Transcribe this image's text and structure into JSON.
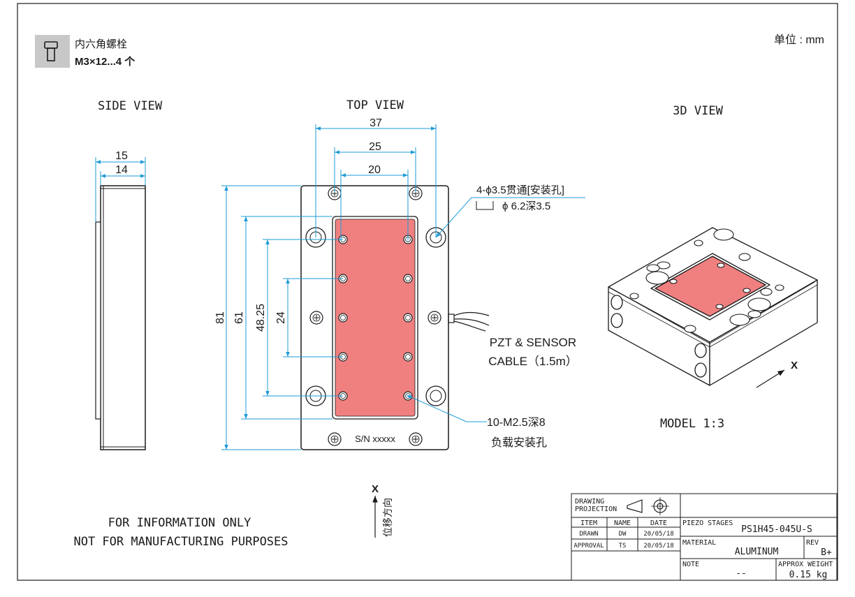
{
  "header": {
    "part_name": "内六角螺栓",
    "part_spec": "M3×12...4 个",
    "unit": "单位 : mm"
  },
  "views": {
    "side": "SIDE VIEW",
    "top": "TOP VIEW",
    "three_d": "3D VIEW",
    "model_scale": "MODEL 1:3"
  },
  "dimensions": {
    "side_15": "15",
    "side_14": "14",
    "top_37": "37",
    "top_25": "25",
    "top_20": "20",
    "top_81": "81",
    "top_61": "61",
    "top_48_25": "48.25",
    "top_24": "24"
  },
  "callouts": {
    "mount_holes": "4-ϕ3.5贯通[安装孔]",
    "counterbore": "ϕ 6.2深3.5",
    "cable_line1": "PZT & SENSOR",
    "cable_line2": "CABLE（1.5m）",
    "load_holes_line1": "10-M2.5深8",
    "load_holes_line2": "负载安装孔",
    "serial": "S/N xxxxx",
    "displacement": "位移方向",
    "x_axis": "X"
  },
  "notes": {
    "line1": "FOR INFORMATION ONLY",
    "line2": "NOT FOR MANUFACTURING PURPOSES"
  },
  "title_block": {
    "projection_label_1": "DRAWING",
    "projection_label_2": "PROJECTION",
    "col_item": "ITEM",
    "col_name": "NAME",
    "col_date": "DATE",
    "row_drawn": "DRAWN",
    "row_drawn_name": "DW",
    "row_drawn_date": "20/05/18",
    "row_approval": "APPROVAL",
    "row_approval_name": "TS",
    "row_approval_date": "20/05/18",
    "product_label": "PIEZO STAGES",
    "product_value": "PS1H45-045U-S",
    "material_label": "MATERIAL",
    "material_value": "ALUMINUM",
    "rev_label": "REV",
    "rev_value": "B+",
    "note_label": "NOTE",
    "note_value": "--",
    "weight_label": "APPROX WEIGHT",
    "weight_value": "0.15 kg"
  },
  "colors": {
    "line": "#1a1a1a",
    "dimension": "#1e9bd7",
    "platform": "#f08080",
    "icon_bg": "#c8c8c8"
  }
}
